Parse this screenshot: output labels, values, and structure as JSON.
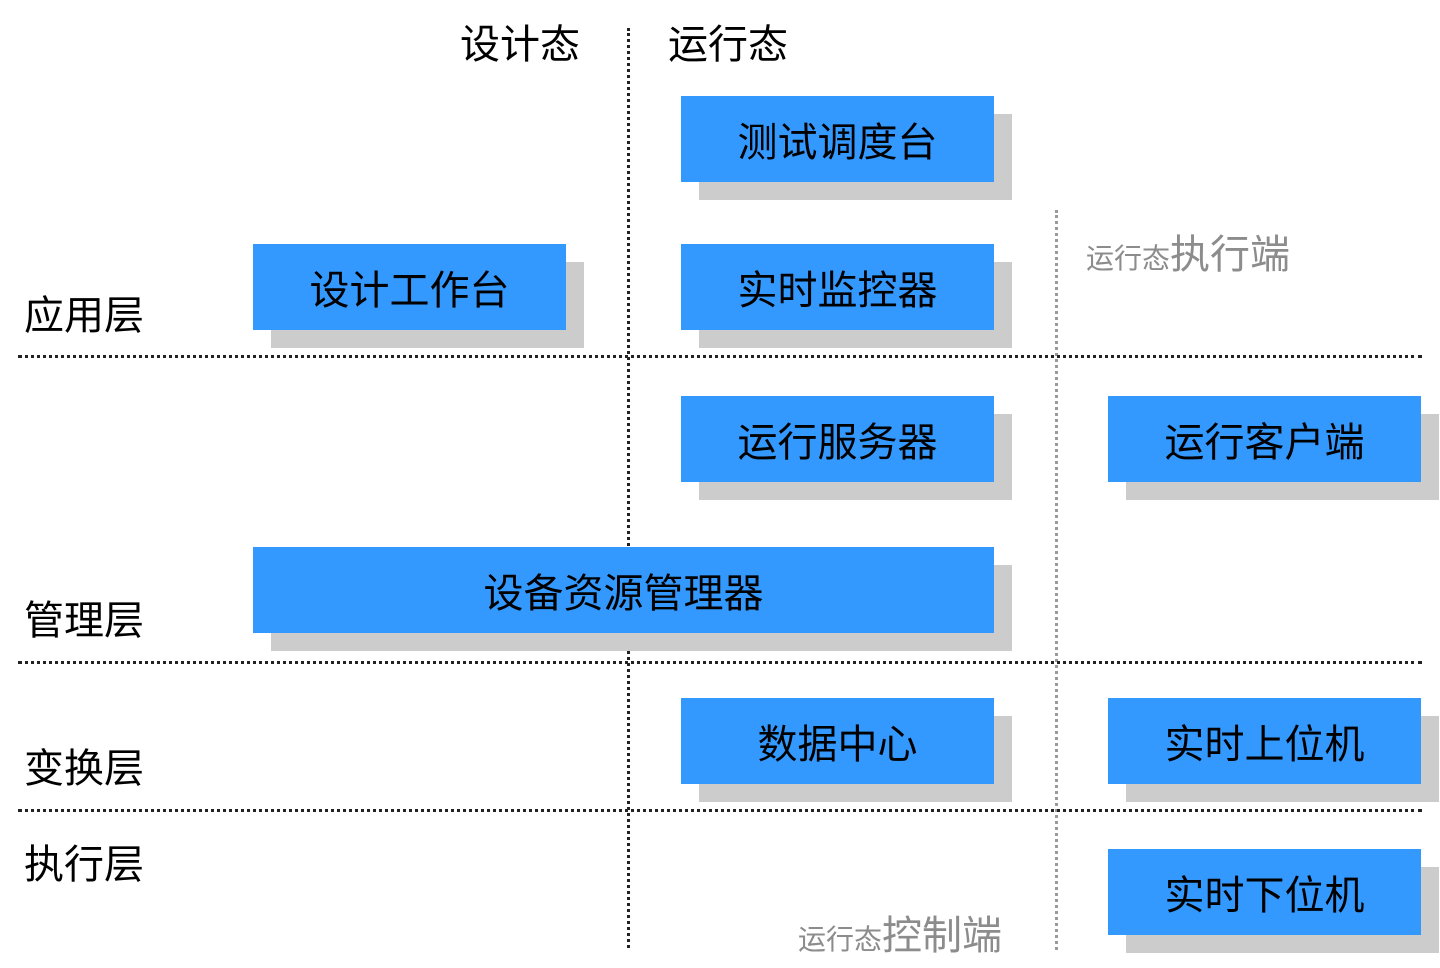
{
  "columns": {
    "design": "设计态",
    "runtime": "运行态"
  },
  "layers": {
    "application": "应用层",
    "management": "管理层",
    "transform": "变换层",
    "execution": "执行层"
  },
  "zones": {
    "runtime_exec_prefix": "运行态",
    "runtime_exec_main": "执行端",
    "runtime_ctrl_prefix": "运行态",
    "runtime_ctrl_main": "控制端"
  },
  "nodes": {
    "test_console": "测试调度台",
    "design_workbench": "设计工作台",
    "realtime_monitor": "实时监控器",
    "run_server": "运行服务器",
    "run_client": "运行客户端",
    "device_resource_manager": "设备资源管理器",
    "data_center": "数据中心",
    "realtime_upper": "实时上位机",
    "realtime_lower": "实时下位机"
  },
  "colors": {
    "node_fill": "#3399ff",
    "node_shadow": "#cccccc",
    "zone_label": "#8c8c8c",
    "divider": "#222222",
    "exec_divider": "#9a9a9a"
  }
}
